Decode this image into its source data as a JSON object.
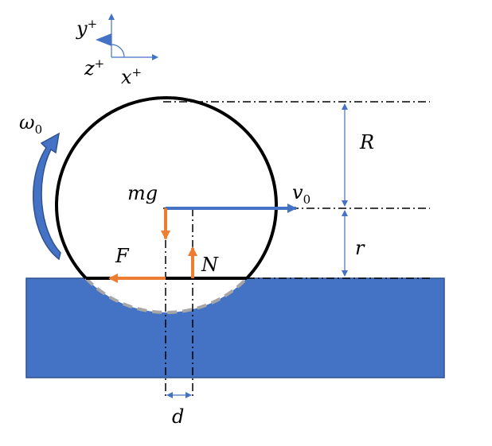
{
  "labels": {
    "y_axis": "y",
    "x_axis": "x",
    "z_axis": "z",
    "plus": "+",
    "omega": "ω",
    "omega_sub": "0",
    "mg": "mg",
    "v": "v",
    "v_sub": "0",
    "R": "R",
    "r": "r",
    "F": "F",
    "N": "N",
    "d": "d"
  },
  "colors": {
    "ground": "#4472c4",
    "ground_edge": "#2f528f",
    "force": "#ed7d31",
    "velocity": "#4472c4",
    "ball": "#000000",
    "hidden_arc": "#a6a6a6",
    "dim": "#4472c4"
  }
}
